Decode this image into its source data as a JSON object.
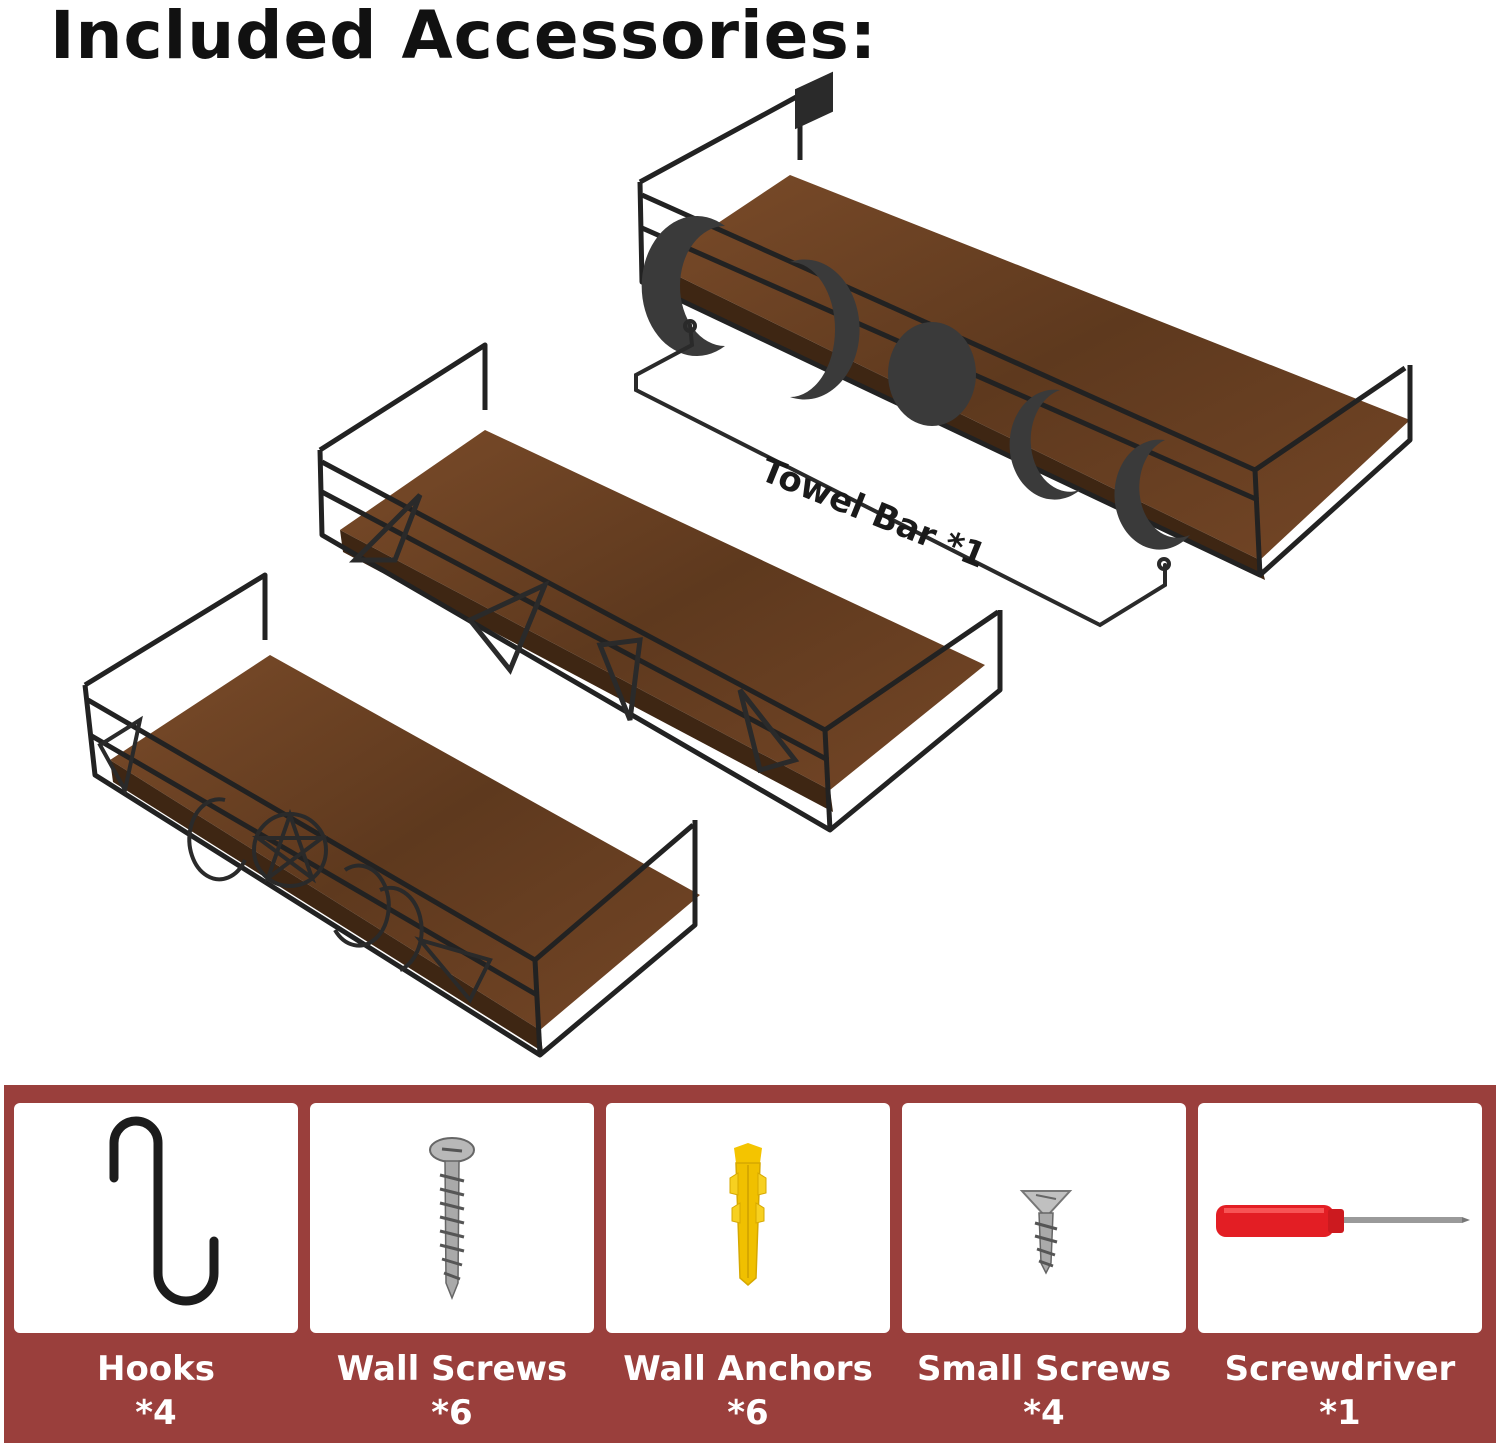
{
  "heading": "Included Accessories:",
  "towel_bar_label": "Towel Bar *1",
  "colors": {
    "panel": "#9a3f3c",
    "wood": "#6b4224",
    "metal": "#1f1f1f"
  },
  "accessories": [
    {
      "name": "Hooks",
      "qty": "*4",
      "icon": "s-hook-icon"
    },
    {
      "name": "Wall Screws",
      "qty": "*6",
      "icon": "wall-screw-icon"
    },
    {
      "name": "Wall Anchors",
      "qty": "*6",
      "icon": "wall-anchor-icon"
    },
    {
      "name": "Small Screws",
      "qty": "*4",
      "icon": "small-screw-icon"
    },
    {
      "name": "Screwdriver",
      "qty": "*1",
      "icon": "screwdriver-icon"
    }
  ]
}
